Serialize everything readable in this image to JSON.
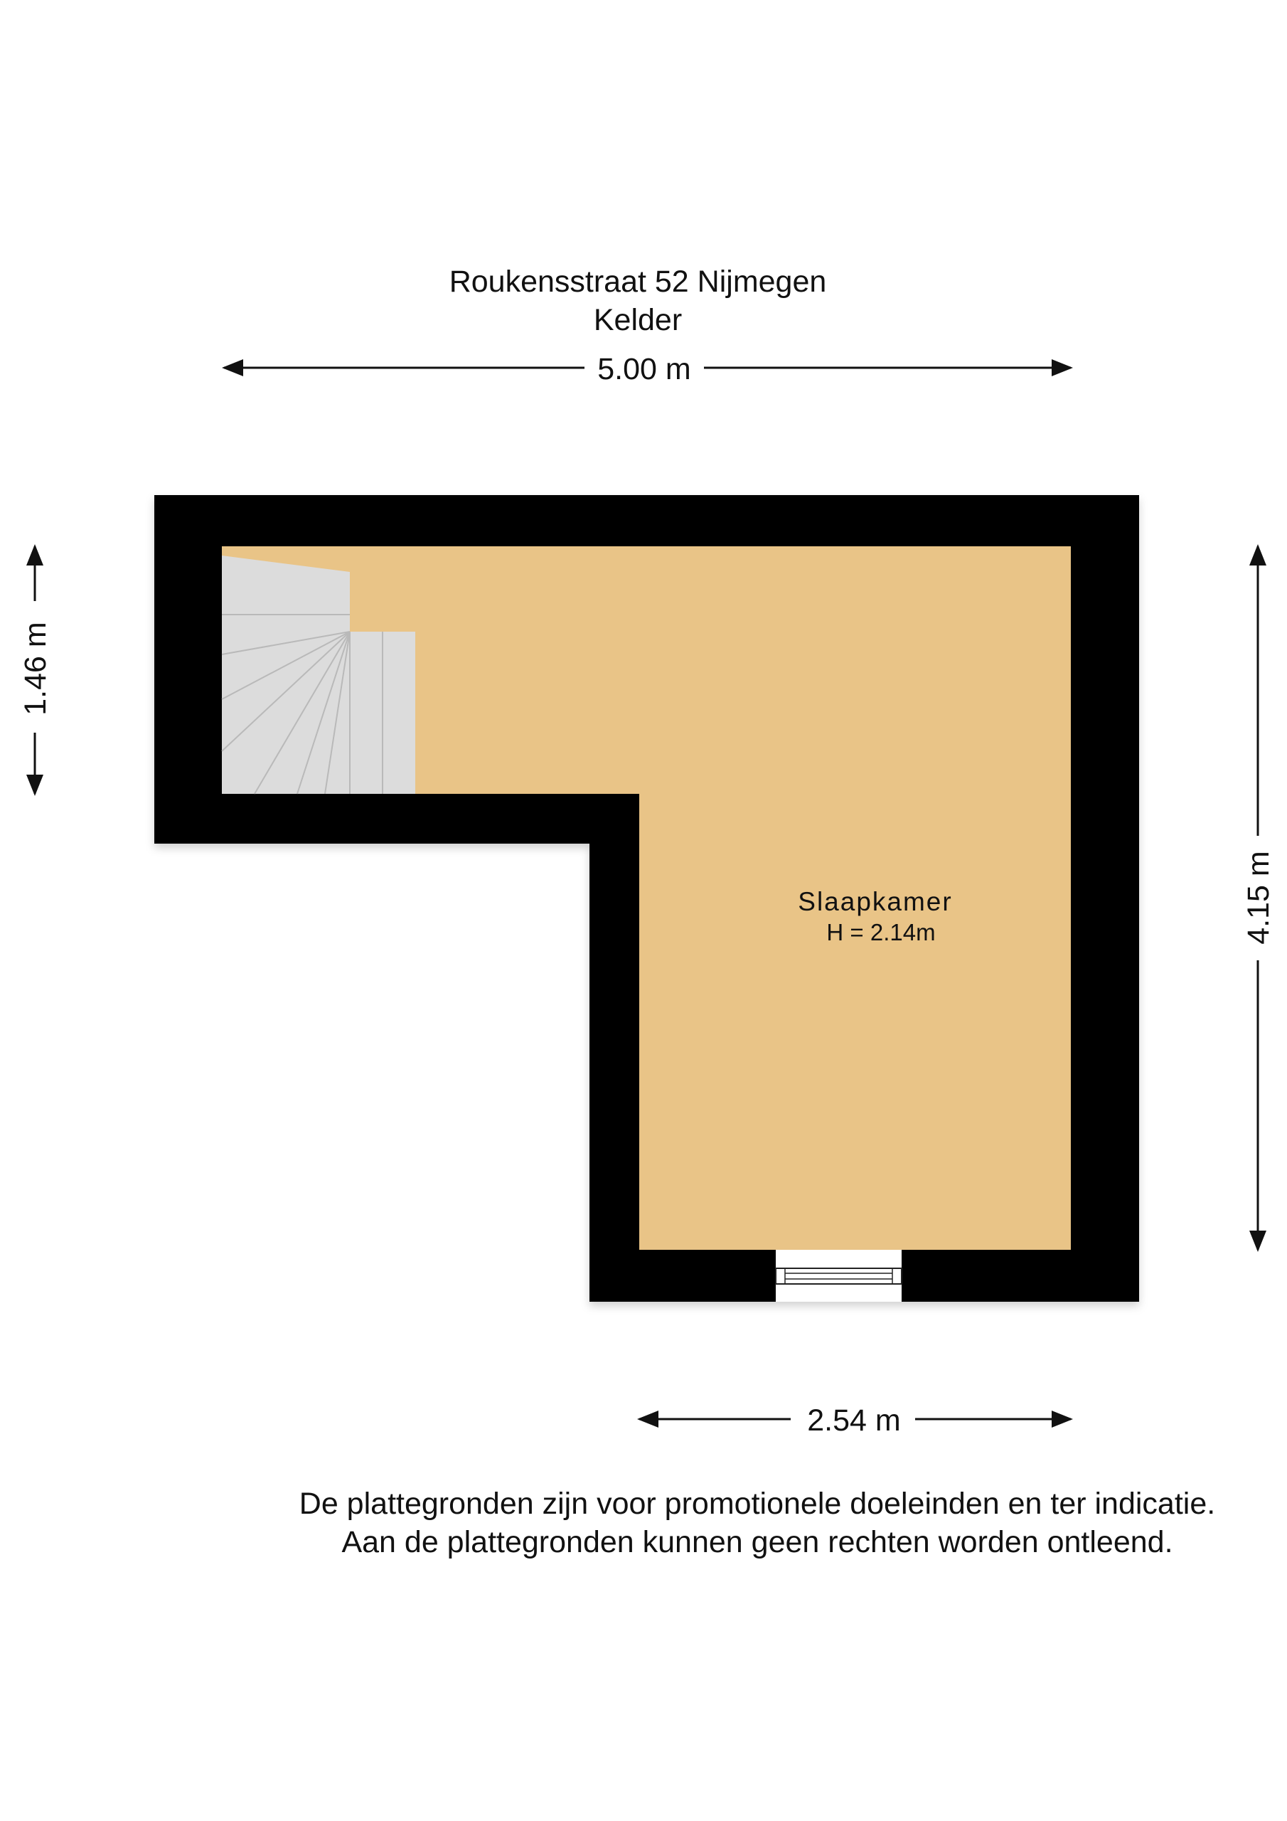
{
  "header": {
    "address": "Roukensstraat 52 Nijmegen",
    "floor": "Kelder"
  },
  "dimensions": {
    "top_width": "5.00 m",
    "left_height": "1.46 m",
    "right_height": "4.15 m",
    "bottom_width": "2.54 m"
  },
  "room": {
    "name": "Slaapkamer",
    "height": "H = 2.14m"
  },
  "disclaimer": {
    "line1": "De plattegronden zijn voor promotionele doeleinden en ter indicatie.",
    "line2": "Aan de plattegronden kunnen geen rechten worden ontleend."
  },
  "colors": {
    "wall": "#000000",
    "floor": "#E9C487",
    "stairs": "#DCDCDC"
  }
}
